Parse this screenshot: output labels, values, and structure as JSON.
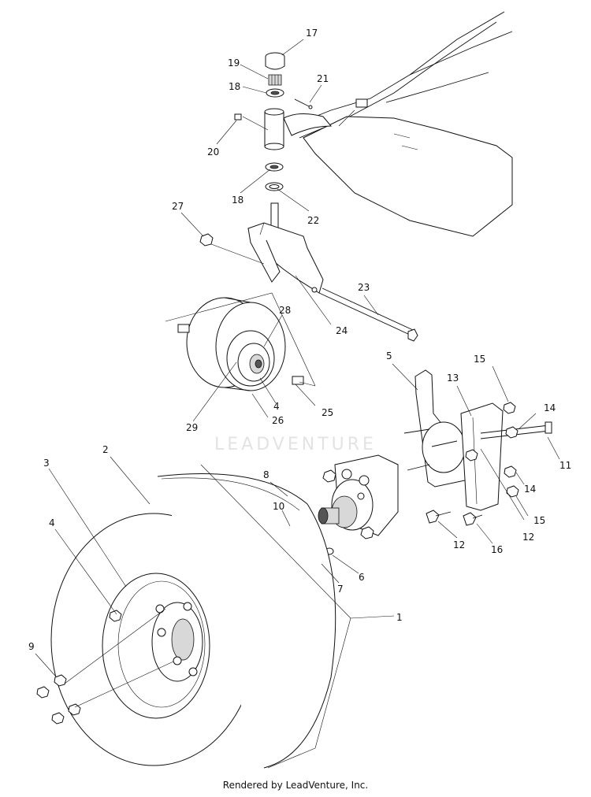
{
  "watermark": "LEADVENTURE",
  "footer": "Rendered by LeadVenture, Inc.",
  "callouts": [
    "1",
    "2",
    "3",
    "4",
    "4",
    "5",
    "6",
    "7",
    "8",
    "9",
    "10",
    "11",
    "12",
    "12",
    "13",
    "14",
    "14",
    "15",
    "15",
    "16",
    "17",
    "18",
    "18",
    "19",
    "20",
    "21",
    "22",
    "23",
    "24",
    "25",
    "26",
    "27",
    "28",
    "29"
  ]
}
